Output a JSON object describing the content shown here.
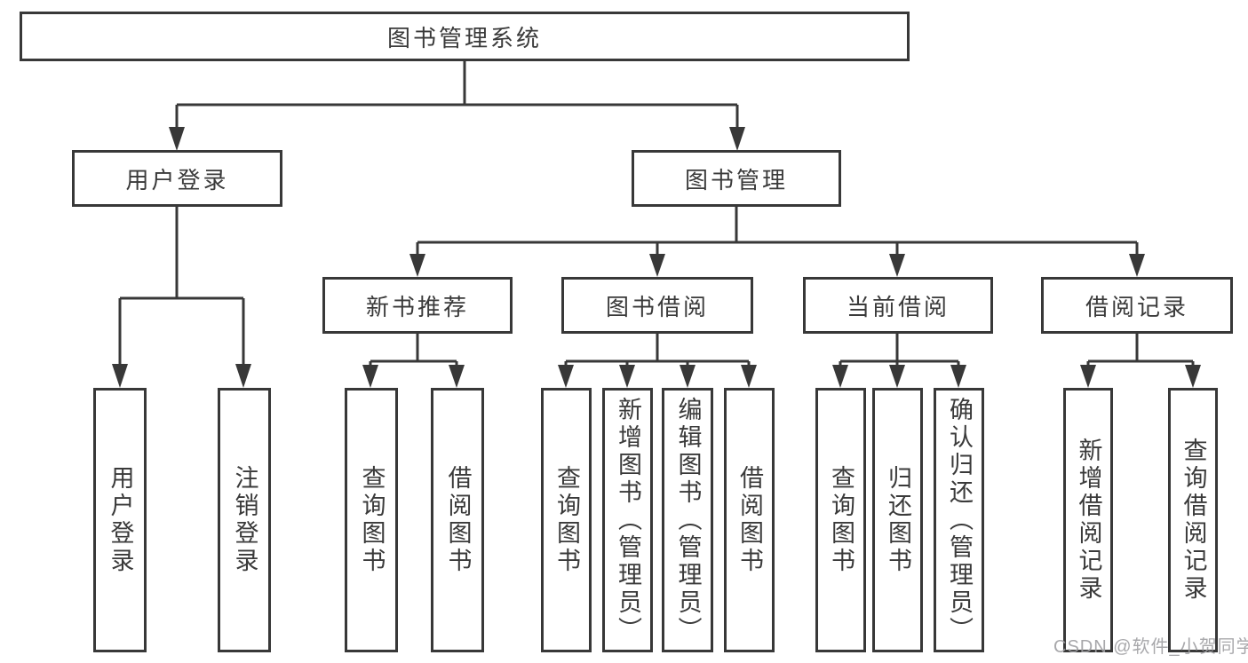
{
  "diagram": {
    "type": "hierarchy-tree",
    "colors": {
      "line": "#383838",
      "box_border": "#383838",
      "box_fill": "#ffffff",
      "text": "#3a3a3a",
      "watermark": "#9e9ea2"
    }
  },
  "tree": {
    "root": {
      "label": "图书管理系统"
    },
    "branches": [
      {
        "label": "用户登录",
        "children": [
          "用户登录",
          "注销登录"
        ]
      },
      {
        "label": "图书管理",
        "children": [
          {
            "label": "新书推荐",
            "children": [
              "查询图书",
              "借阅图书"
            ]
          },
          {
            "label": "图书借阅",
            "children": [
              "查询图书",
              "新增图书（管理员）",
              "编辑图书（管理员）",
              "借阅图书"
            ]
          },
          {
            "label": "当前借阅",
            "children": [
              "查询图书",
              "归还图书",
              "确认归还（管理员）"
            ]
          },
          {
            "label": "借阅记录",
            "children": [
              "新增借阅记录",
              "查询借阅记录"
            ]
          }
        ]
      }
    ]
  },
  "watermark": "CSDN @软件_小贺同学"
}
